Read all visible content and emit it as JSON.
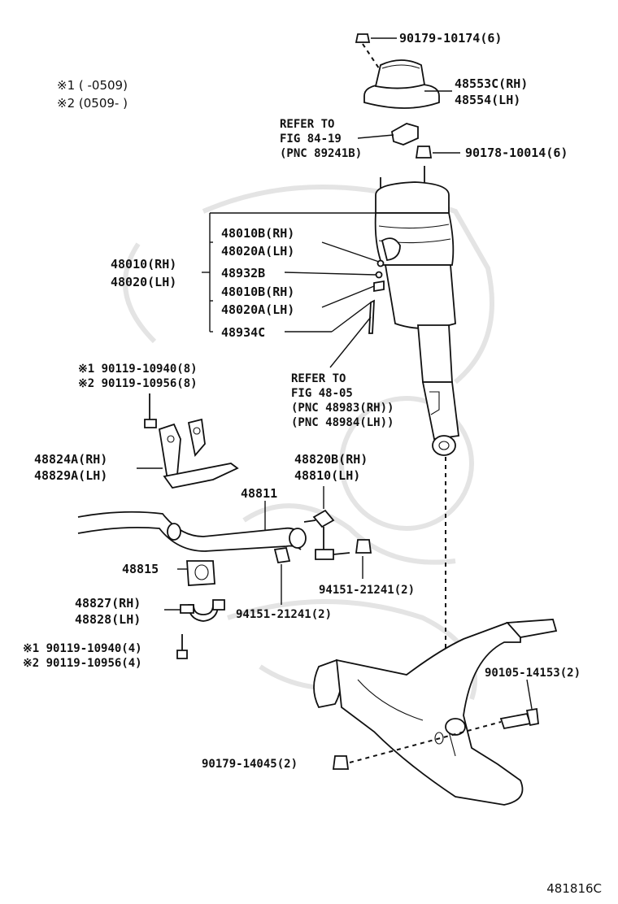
{
  "notes": {
    "n1": "※1   (     -0509)",
    "n2": "※2   (0509-     )"
  },
  "refs": {
    "ref1_l1": "REFER TO",
    "ref1_l2": "FIG 84-19",
    "ref1_l3": "(PNC 89241B)",
    "ref2_l1": "REFER TO",
    "ref2_l2": "FIG 48-05",
    "ref2_l3": "(PNC 48983(RH))",
    "ref2_l4": "(PNC 48984(LH))"
  },
  "labels": {
    "p90179_10174": "90179-10174(6)",
    "p48553c": "48553C(RH)",
    "p48554": "48554(LH)",
    "p90178_10014": "90178-10014(6)",
    "p48010b_a": "48010B(RH)",
    "p48020a_a": "48020A(LH)",
    "p48010": "48010(RH)",
    "p48020": "48020(LH)",
    "p48932b": "48932B",
    "p48010b_b": "48010B(RH)",
    "p48020a_b": "48020A(LH)",
    "p48934c": "48934C",
    "p90119_10940_8": "※1 90119-10940(8)",
    "p90119_10956_8": "※2 90119-10956(8)",
    "p48824a": "48824A(RH)",
    "p48829a": "48829A(LH)",
    "p48820b": "48820B(RH)",
    "p48810": "48810(LH)",
    "p48811": "48811",
    "p48815": "48815",
    "p94151_a": "94151-21241(2)",
    "p94151_b": "94151-21241(2)",
    "p48827": "48827(RH)",
    "p48828": "48828(LH)",
    "p90119_10940_4": "※1 90119-10940(4)",
    "p90119_10956_4": "※2 90119-10956(4)",
    "p90105_14153": "90105-14153(2)",
    "p90179_14045": "90179-14045(2)"
  },
  "figure_id": "481816C"
}
